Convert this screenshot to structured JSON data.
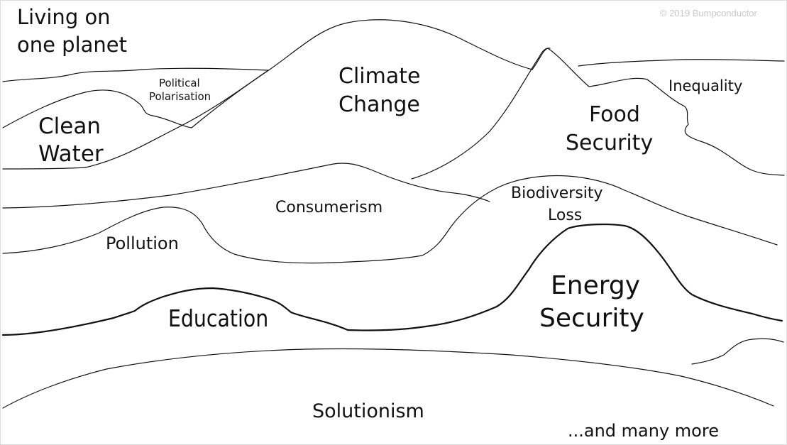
{
  "title": {
    "line1": "Living on",
    "line2": "one planet"
  },
  "copyright": "© 2019 Bumpconductor",
  "labels": {
    "political_line1": "Political",
    "political_line2": "Polarisation",
    "climate_line1": "Climate",
    "climate_line2": "Change",
    "clean_water_line1": "Clean",
    "clean_water_line2": "Water",
    "inequality": "Inequality",
    "food_line1": "Food",
    "food_line2": "Security",
    "consumerism": "Consumerism",
    "biodiversity_line1": "Biodiversity",
    "biodiversity_line2": "Loss",
    "pollution": "Pollution",
    "energy_line1": "Energy",
    "energy_line2": "Security",
    "education": "Education",
    "solutionism": "Solutionism",
    "many_more": "...and many more"
  },
  "colors": {
    "ink": "#111111",
    "background": "#ffffff",
    "copyright": "#c8c8c8",
    "energy_text": "#333333"
  }
}
